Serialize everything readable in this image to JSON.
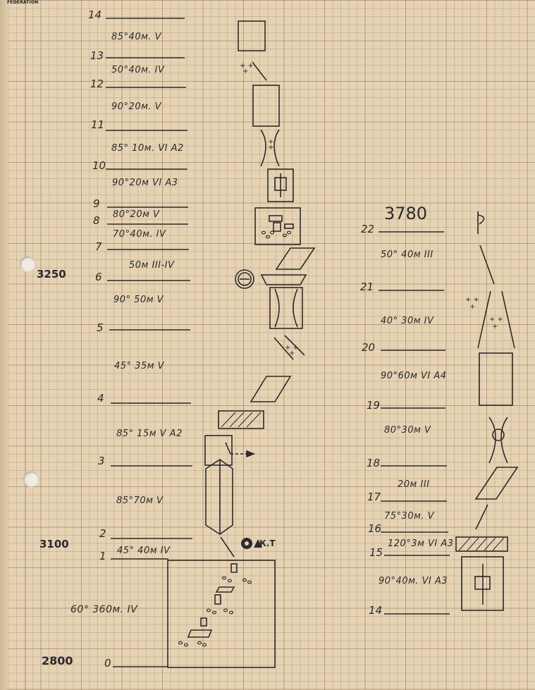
{
  "header": {
    "logo_text": "FEDERATION"
  },
  "depths": {
    "d3250": "3250",
    "d3100": "3100",
    "d2800": "2800",
    "d3780": "3780"
  },
  "left_column": {
    "stations": [
      "14",
      "13",
      "12",
      "11",
      "10",
      "9",
      "8",
      "7",
      "6",
      "5",
      "4",
      "3",
      "2",
      "1",
      "0"
    ],
    "legs": [
      "85°40м. V",
      "50°40м. IV",
      "90°20м. V",
      "85° 10м. VI  A2",
      "90°20м VI  A3",
      "80°20м V",
      "70°40м. IV",
      "50м III-IV",
      "90° 50м V",
      "45° 35м V",
      "85°  15м V  A2",
      "85°70м V",
      "45° 40м  IV",
      "60°  360м.  IV"
    ],
    "marker_label": "К.Т"
  },
  "right_column": {
    "stations": [
      "22",
      "21",
      "20",
      "19",
      "18",
      "17",
      "16",
      "15",
      "14"
    ],
    "legs": [
      "50° 40м III",
      "40° 30м IV",
      "90°60м VI  A4",
      "80°30м V",
      "20м III",
      "75°30м. V",
      "120°3м VI A3",
      "90°40м. VI  A3"
    ]
  }
}
